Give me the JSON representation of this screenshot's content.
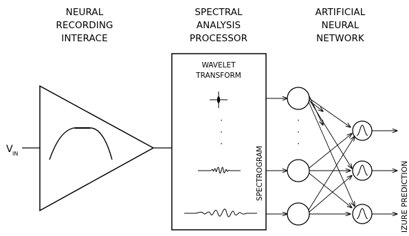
{
  "headers": {
    "neural_recording": [
      "NEURAL",
      "RECORDING",
      "INTERACE"
    ],
    "spectral_analysis": [
      "SPECTRAL",
      "ANALYSIS",
      "PROCESSOR"
    ],
    "artificial_neural_network": [
      "ARTIFICIAL",
      "NEURAL",
      "NETWORK"
    ]
  },
  "wavelet_transform": [
    "WAVELET",
    "TRANSFORM"
  ],
  "spectrogram_label": "SPECTROGRAM",
  "input_label": {
    "main": "V",
    "sub": "IN"
  },
  "ellipsis": "·",
  "output_label": "SEIZURE PREDICTION",
  "colors": {
    "line": "#000000",
    "background": "#ffffff"
  }
}
